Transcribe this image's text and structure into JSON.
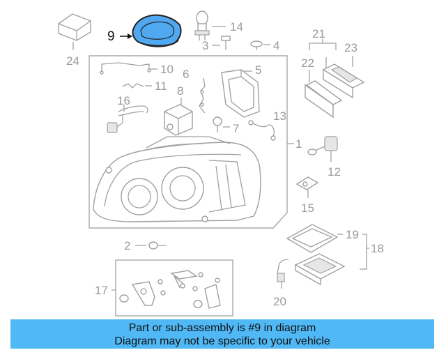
{
  "callouts": {
    "c1": "1",
    "c2": "2",
    "c3": "3",
    "c4": "4",
    "c5": "5",
    "c6": "6",
    "c7": "7",
    "c8": "8",
    "c9": "9",
    "c10": "10",
    "c11": "11",
    "c12": "12",
    "c13": "13",
    "c14": "14",
    "c15": "15",
    "c16": "16",
    "c17": "17",
    "c18": "18",
    "c19": "19",
    "c20": "20",
    "c21": "21",
    "c22": "22",
    "c23": "23",
    "c24": "24"
  },
  "highlight": {
    "part_number": "9",
    "color": "#4fa8f0"
  },
  "banner": {
    "line1": "Part or sub-assembly is #9 in diagram",
    "line2": "Diagram may not be specific to your vehicle",
    "background": "#4fb8f5"
  }
}
